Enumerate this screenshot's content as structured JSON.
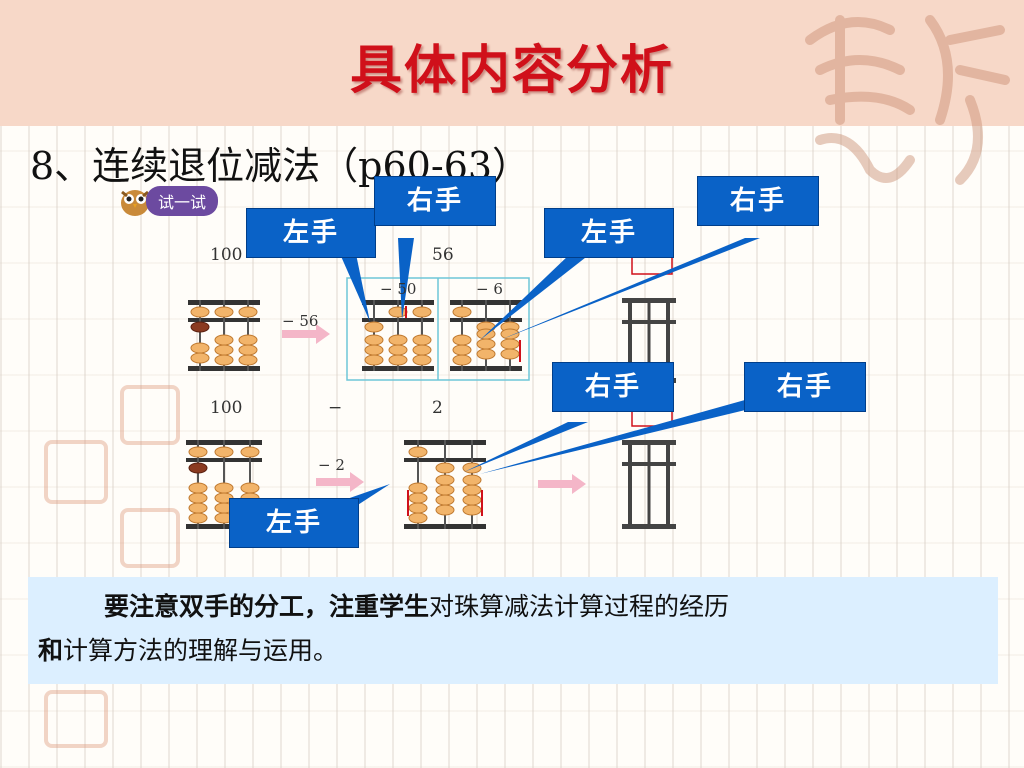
{
  "title": "具体内容分析",
  "subtitle": "8、连续退位减法（p60-63）",
  "try_badge": "试一试",
  "equation1": {
    "minuend": "100",
    "op1": "− 56",
    "value": "56",
    "step1": "− 50",
    "step2": "− 6"
  },
  "equation2": {
    "minuend": "100",
    "minus": "−",
    "value": "2",
    "op": "− 2"
  },
  "labels": {
    "left1": "左手",
    "right1": "右手",
    "left2": "左手",
    "right2": "右手",
    "right3": "右手",
    "right4": "右手",
    "left3": "左手"
  },
  "note": {
    "bold1": "要注意双手的分工，注重学生",
    "normal1": "对珠算减法计算过程的经历",
    "bold2": "和",
    "normal2": "计算方法的理解与运用。"
  },
  "colors": {
    "title_red": "#d0101a",
    "label_blue": "#0a62c7",
    "note_bg": "#dcefff",
    "header_bg": "#f7d8c8"
  }
}
